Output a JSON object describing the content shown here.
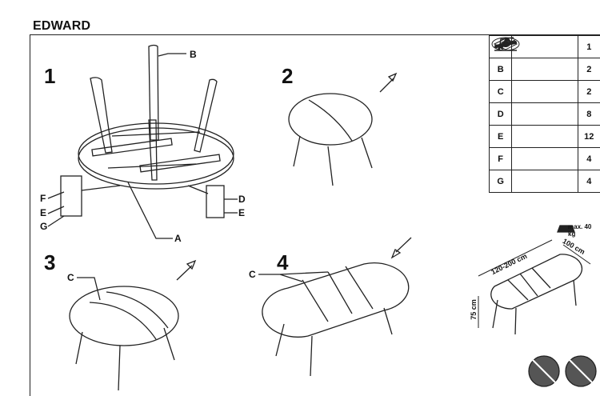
{
  "title": "EDWARD",
  "steps": [
    "1",
    "2",
    "3",
    "4"
  ],
  "callouts": {
    "A": "A",
    "B": "B",
    "C": "C",
    "D": "D",
    "E": "E",
    "F": "F",
    "G": "G"
  },
  "parts": [
    {
      "key": "A",
      "icon": "tabletop-icon",
      "qty": "1"
    },
    {
      "key": "B",
      "icon": "leg-bracket-icon",
      "qty": "2"
    },
    {
      "key": "C",
      "icon": "extension-leaf-icon",
      "qty": "2"
    },
    {
      "key": "D",
      "icon": "screw-icon",
      "qty": "8"
    },
    {
      "key": "E",
      "icon": "washer-icon",
      "qty": "12"
    },
    {
      "key": "F",
      "icon": "nut-icon",
      "qty": "4"
    },
    {
      "key": "G",
      "icon": "allen-key-icon",
      "qty": "4"
    }
  ],
  "dimensions": {
    "max_load": "max. 40",
    "max_load_unit": "kg",
    "length": "120-200 cm",
    "width": "100 cm",
    "height": "75 cm"
  },
  "warning_icons": [
    "no-standing-icon",
    "no-sitting-icon"
  ]
}
